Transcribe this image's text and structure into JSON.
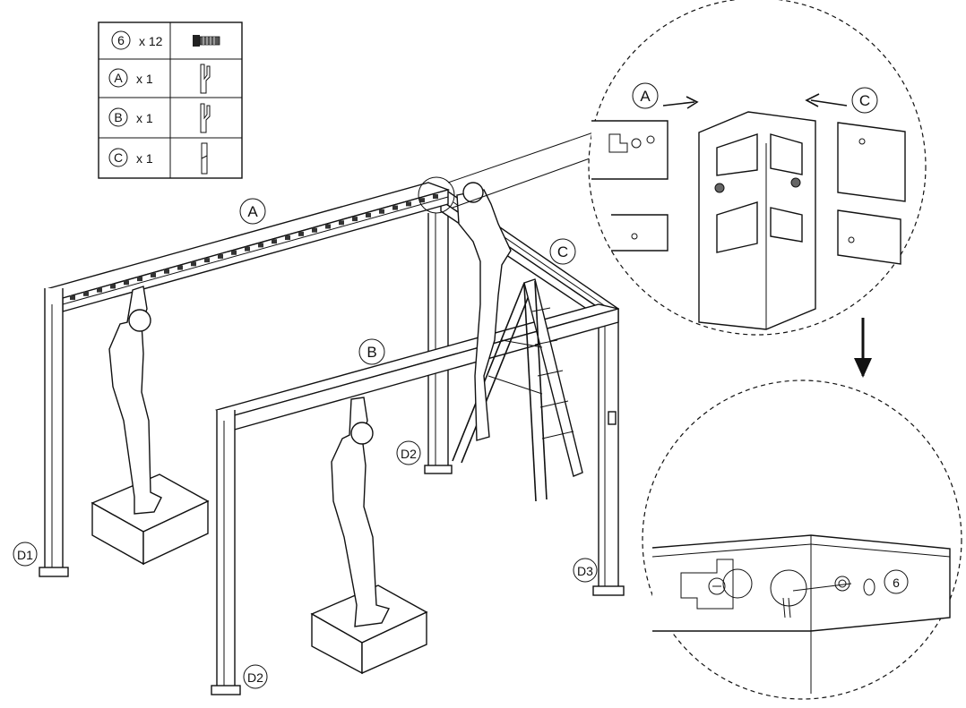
{
  "parts_table": {
    "rows": [
      {
        "id": "6",
        "qty": "x 12",
        "icon": "bolt-icon"
      },
      {
        "id": "A",
        "qty": "x 1",
        "icon": "bracket-a-icon"
      },
      {
        "id": "B",
        "qty": "x 1",
        "icon": "bracket-b-icon"
      },
      {
        "id": "C",
        "qty": "x 1",
        "icon": "bracket-c-icon"
      }
    ]
  },
  "labels": {
    "beam_a": "A",
    "beam_b": "B",
    "beam_c": "C",
    "post_d1": "D1",
    "post_d2_back": "D2",
    "post_d2_front": "D2",
    "post_d3": "D3"
  },
  "detail_top": {
    "left_label": "A",
    "right_label": "C"
  },
  "detail_bottom": {
    "bolt_label": "6"
  }
}
